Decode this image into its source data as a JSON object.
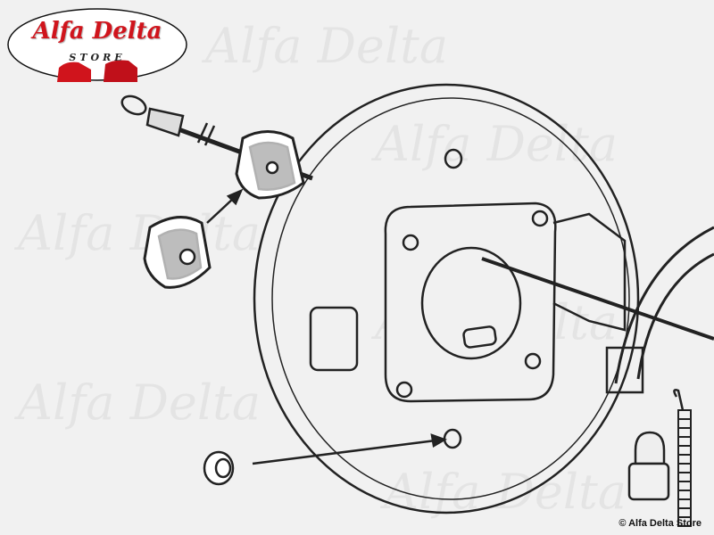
{
  "logo": {
    "title": "Alfa Delta",
    "subtitle": "STORE"
  },
  "watermark": {
    "text": "Alfa Delta"
  },
  "copyright": "© Alfa Delta Store",
  "colors": {
    "brand_red": "#d0141c",
    "line": "#222222",
    "background": "#f1f1f1"
  }
}
